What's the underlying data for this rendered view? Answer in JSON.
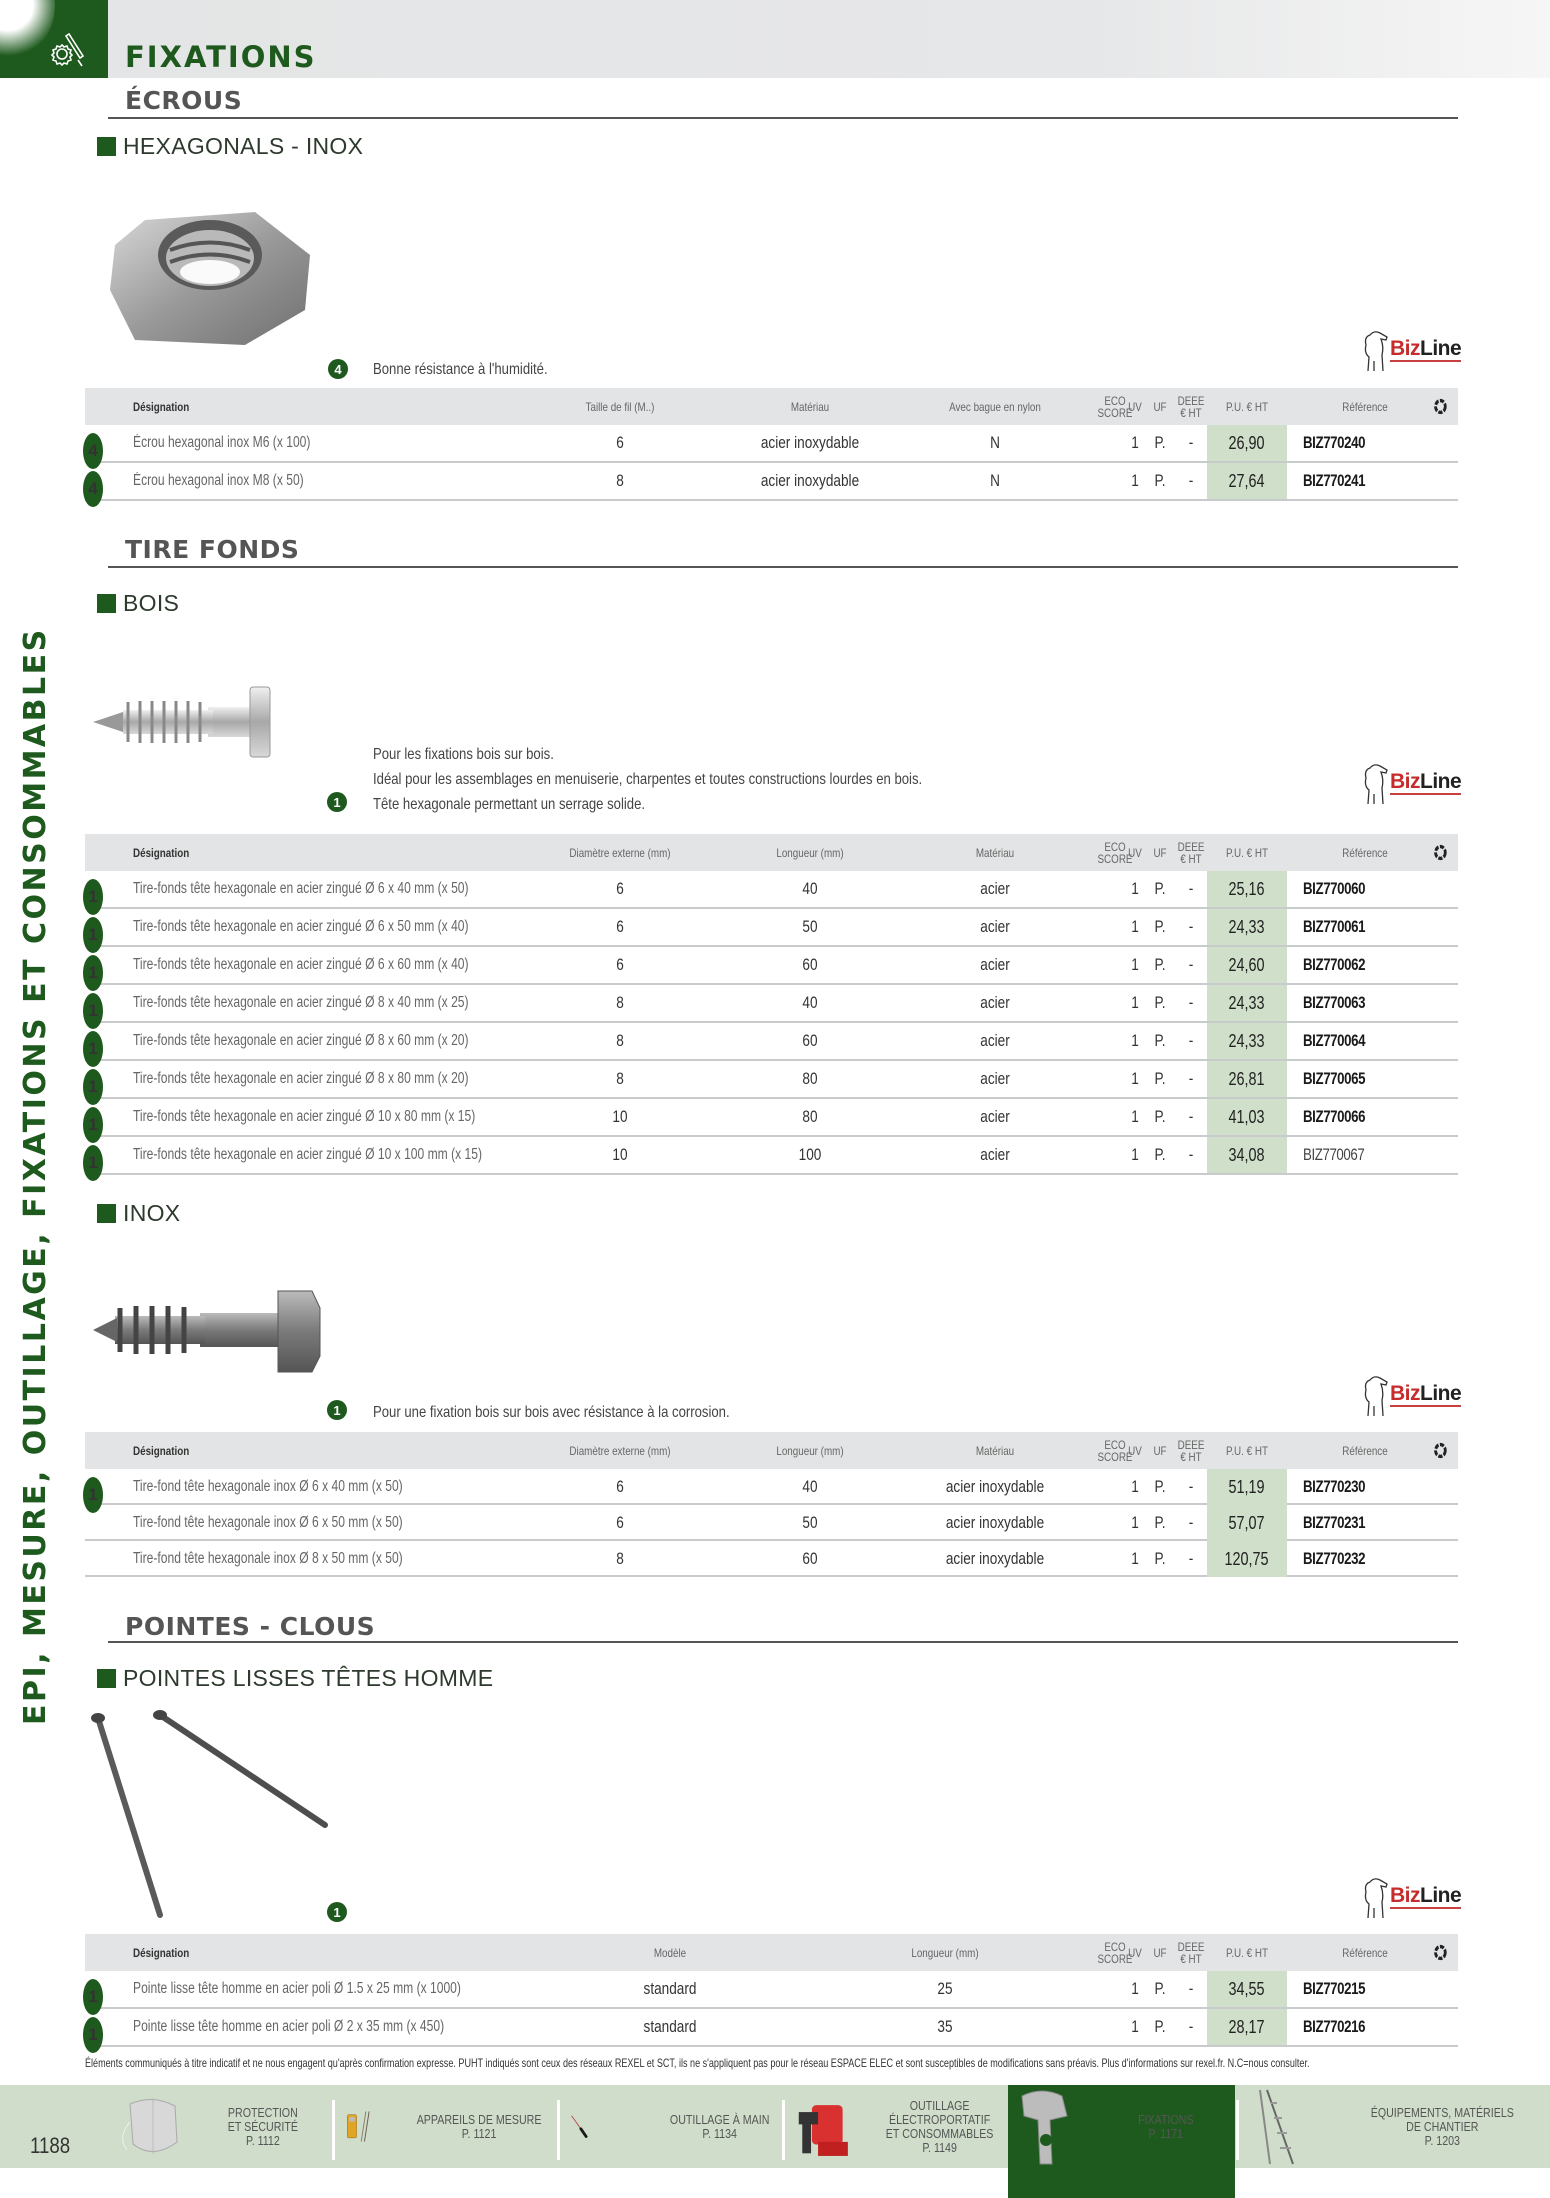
{
  "header": {
    "category_icon": "tools-gear-icon",
    "page_title": "FIXATIONS"
  },
  "side_banner": "EPI, MESURE, OUTILLAGE, FIXATIONS ET CONSOMMABLES",
  "brand_logo": {
    "name": "BizLine",
    "part1": "Biz",
    "part2": "Line",
    "icon": "bear-icon"
  },
  "table_columns_common": {
    "eco_score": "ECO SCORE",
    "uv": "UV",
    "uf": "UF",
    "deee": "DEEE € HT",
    "price": "P.U. € HT",
    "reference": "Référence",
    "recycle_icon": "recycle-icon"
  },
  "sections": [
    {
      "title": "ÉCROUS",
      "subsections": [
        {
          "title": "HEXAGONALS - INOX",
          "image": "hex-nut-image",
          "badge": "4",
          "description": [
            "Bonne résistance à l'humidité."
          ],
          "columns": [
            "Désignation",
            "Taille de fil (M..)",
            "Matériau",
            "Avec bague en nylon"
          ],
          "rows": [
            {
              "badge": "4",
              "designation": "Écrou hexagonal inox M6 (x 100)",
              "c1": "6",
              "c2": "acier inoxydable",
              "c3": "N",
              "eco": "",
              "uv": "1",
              "uf": "P.",
              "deee": "-",
              "price": "26,90",
              "reference": "BIZ770240"
            },
            {
              "badge": "4",
              "designation": "Écrou hexagonal inox M8 (x 50)",
              "c1": "8",
              "c2": "acier inoxydable",
              "c3": "N",
              "eco": "",
              "uv": "1",
              "uf": "P.",
              "deee": "-",
              "price": "27,64",
              "reference": "BIZ770241"
            }
          ]
        }
      ]
    },
    {
      "title": "TIRE FONDS",
      "subsections": [
        {
          "title": "BOIS",
          "image": "lag-screw-zinc-image",
          "badge": "1",
          "description": [
            "Pour les fixations bois sur bois.",
            "Idéal pour les assemblages en menuiserie, charpentes et toutes constructions lourdes en bois.",
            "Tête hexagonale permettant un serrage solide."
          ],
          "columns": [
            "Désignation",
            "Diamètre externe (mm)",
            "Longueur (mm)",
            "Matériau"
          ],
          "rows": [
            {
              "badge": "1",
              "designation": "Tire-fonds tête hexagonale en acier zingué Ø 6 x 40 mm (x 50)",
              "c1": "6",
              "c2": "40",
              "c3": "acier",
              "eco": "",
              "uv": "1",
              "uf": "P.",
              "deee": "-",
              "price": "25,16",
              "reference": "BIZ770060"
            },
            {
              "badge": "1",
              "designation": "Tire-fonds tête hexagonale en acier zingué Ø 6 x 50 mm (x 40)",
              "c1": "6",
              "c2": "50",
              "c3": "acier",
              "eco": "",
              "uv": "1",
              "uf": "P.",
              "deee": "-",
              "price": "24,33",
              "reference": "BIZ770061"
            },
            {
              "badge": "1",
              "designation": "Tire-fonds tête hexagonale en acier zingué Ø 6 x 60 mm (x 40)",
              "c1": "6",
              "c2": "60",
              "c3": "acier",
              "eco": "",
              "uv": "1",
              "uf": "P.",
              "deee": "-",
              "price": "24,60",
              "reference": "BIZ770062"
            },
            {
              "badge": "1",
              "designation": "Tire-fonds tête hexagonale en acier zingué Ø 8 x 40 mm (x 25)",
              "c1": "8",
              "c2": "40",
              "c3": "acier",
              "eco": "",
              "uv": "1",
              "uf": "P.",
              "deee": "-",
              "price": "24,33",
              "reference": "BIZ770063"
            },
            {
              "badge": "1",
              "designation": "Tire-fonds tête hexagonale en acier zingué Ø 8 x 60 mm (x 20)",
              "c1": "8",
              "c2": "60",
              "c3": "acier",
              "eco": "",
              "uv": "1",
              "uf": "P.",
              "deee": "-",
              "price": "24,33",
              "reference": "BIZ770064"
            },
            {
              "badge": "1",
              "designation": "Tire-fonds tête hexagonale en acier zingué Ø 8 x 80 mm (x 20)",
              "c1": "8",
              "c2": "80",
              "c3": "acier",
              "eco": "",
              "uv": "1",
              "uf": "P.",
              "deee": "-",
              "price": "26,81",
              "reference": "BIZ770065"
            },
            {
              "badge": "1",
              "designation": "Tire-fonds tête hexagonale en acier zingué Ø 10 x 80 mm (x 15)",
              "c1": "10",
              "c2": "80",
              "c3": "acier",
              "eco": "",
              "uv": "1",
              "uf": "P.",
              "deee": "-",
              "price": "41,03",
              "reference": "BIZ770066"
            },
            {
              "badge": "1",
              "designation": "Tire-fonds tête hexagonale en acier zingué Ø 10 x 100 mm (x 15)",
              "c1": "10",
              "c2": "100",
              "c3": "acier",
              "eco": "",
              "uv": "1",
              "uf": "P.",
              "deee": "-",
              "price": "34,08",
              "reference": "BIZ770067"
            }
          ]
        },
        {
          "title": "INOX",
          "image": "lag-screw-inox-image",
          "badge": "1",
          "description": [
            "Pour une fixation bois sur bois avec résistance à la corrosion."
          ],
          "columns": [
            "Désignation",
            "Diamètre externe (mm)",
            "Longueur (mm)",
            "Matériau"
          ],
          "rows": [
            {
              "badge": "1",
              "designation": "Tire-fond tête hexagonale inox Ø 6 x 40 mm (x 50)",
              "c1": "6",
              "c2": "40",
              "c3": "acier inoxydable",
              "eco": "",
              "uv": "1",
              "uf": "P.",
              "deee": "-",
              "price": "51,19",
              "reference": "BIZ770230"
            },
            {
              "badge": "",
              "designation": "Tire-fond tête hexagonale inox Ø 6 x 50 mm (x 50)",
              "c1": "6",
              "c2": "50",
              "c3": "acier inoxydable",
              "eco": "",
              "uv": "1",
              "uf": "P.",
              "deee": "-",
              "price": "57,07",
              "reference": "BIZ770231"
            },
            {
              "badge": "",
              "designation": "Tire-fond tête hexagonale inox Ø 8 x 50 mm (x 50)",
              "c1": "8",
              "c2": "60",
              "c3": "acier inoxydable",
              "eco": "",
              "uv": "1",
              "uf": "P.",
              "deee": "-",
              "price": "120,75",
              "reference": "BIZ770232"
            }
          ]
        }
      ]
    },
    {
      "title": "POINTES - CLOUS",
      "subsections": [
        {
          "title": "POINTES LISSES TÊTES HOMME",
          "image": "nails-image",
          "badge": "1",
          "description": [],
          "columns": [
            "Désignation",
            "Modèle",
            "Longueur (mm)"
          ],
          "rows": [
            {
              "badge": "1",
              "designation": "Pointe lisse tête homme en acier poli Ø 1.5 x 25 mm (x 1000)",
              "c1": "standard",
              "c2": "25",
              "eco": "",
              "uv": "1",
              "uf": "P.",
              "deee": "-",
              "price": "34,55",
              "reference": "BIZ770215"
            },
            {
              "badge": "1",
              "designation": "Pointe lisse tête homme en acier poli Ø 2 x 35 mm (x 450)",
              "c1": "standard",
              "c2": "35",
              "eco": "",
              "uv": "1",
              "uf": "P.",
              "deee": "-",
              "price": "28,17",
              "reference": "BIZ770216"
            }
          ]
        }
      ]
    }
  ],
  "disclaimer": "Éléments communiqués à titre indicatif et ne nous engagent qu'après confirmation expresse. PUHT indiqués sont ceux des réseaux REXEL et SCT, ils ne s'appliquent pas pour le réseau ESPACE ELEC et sont susceptibles de modifications sans préavis. Plus d'informations sur rexel.fr. N.C=nous consulter.",
  "footer": {
    "page_number": "1188",
    "nav": [
      {
        "line1": "PROTECTION",
        "line2": "ET SÉCURITÉ",
        "line3": "P. 1112",
        "image": "dust-mask-image",
        "active": false
      },
      {
        "line1": "APPAREILS DE MESURE",
        "line2": "P. 1121",
        "line3": "",
        "image": "multimeter-image",
        "active": false
      },
      {
        "line1": "OUTILLAGE À MAIN",
        "line2": "P. 1134",
        "line3": "",
        "image": "screwdriver-image",
        "active": false
      },
      {
        "line1": "OUTILLAGE",
        "line2": "ÉLECTROPORTATIF",
        "line3": "ET CONSOMMABLES",
        "line4": "P. 1149",
        "image": "power-drill-image",
        "active": false
      },
      {
        "line1": "FIXATIONS",
        "line2": "P. 1171",
        "line3": "",
        "image": "fixing-clamp-image",
        "active": true
      },
      {
        "line1": "ÉQUIPEMENTS, MATÉRIELS",
        "line2": "DE CHANTIER",
        "line3": "P. 1203",
        "image": "ladder-image",
        "active": false
      }
    ]
  },
  "colors": {
    "brand_green": "#1e5a1e",
    "price_bg": "#cfdfc9",
    "header_bg": "#e3e4e5",
    "footer_bg": "#cfddca",
    "bizline_red": "#c62c2c"
  }
}
